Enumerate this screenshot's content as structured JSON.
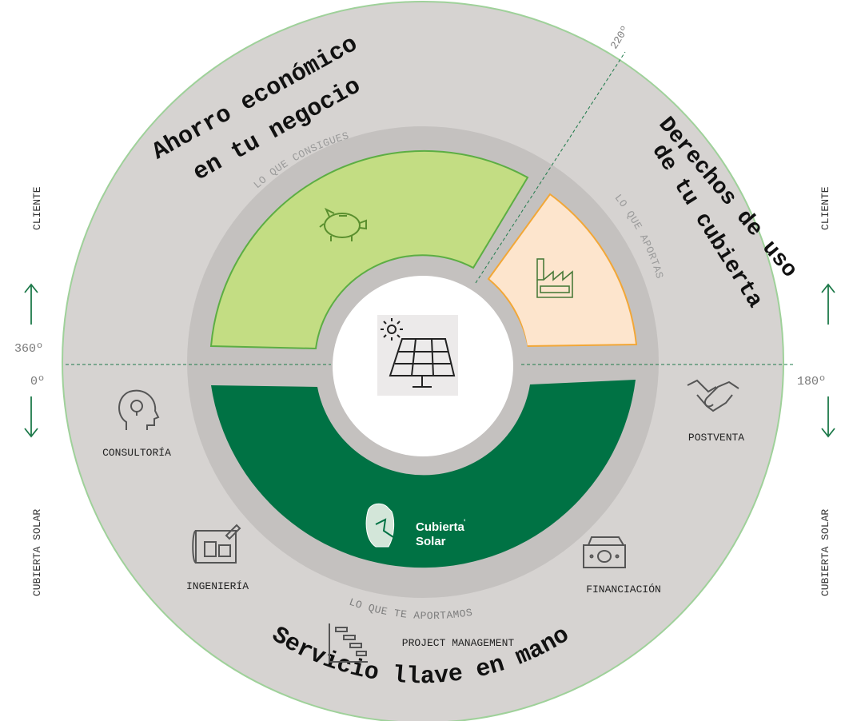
{
  "colors": {
    "outer_ring": "#d6d3d1",
    "outer_border": "#9fd19a",
    "middle_ring": "#c4c1bf",
    "light_green": "#c3dd83",
    "light_green_border": "#5cae43",
    "peach": "#fde5cd",
    "peach_border": "#f2a737",
    "dark_green": "#007244",
    "center": "#ffffff",
    "dashed_line": "#1e7a4a",
    "arrow": "#1e7a4a"
  },
  "headings": {
    "top_left": "Ahorro económico en tu negocio",
    "top_left_line1": "Ahorro económico",
    "top_left_line2": "en tu negocio",
    "top_right_line1": "Derechos de uso",
    "top_right_line2": "de tu cubierta",
    "bottom": "Servicio llave en mano"
  },
  "ring_labels": {
    "consigues": "LO QUE CONSIGUES",
    "aportas": "LO QUE APORTAS",
    "aportamos": "LO QUE TE APORTAMOS"
  },
  "services": {
    "consultoria": "CONSULTORÍA",
    "ingenieria": "INGENIERÍA",
    "project_management": "PROJECT MANAGEMENT",
    "financiacion": "FINANCIACIÓN",
    "postventa": "POSTVENTA"
  },
  "brand": {
    "line1": "Cubierta",
    "line2": "Solar",
    "mark": "'"
  },
  "sides": {
    "left_top": "CLIENTE",
    "left_bottom": "CUBIERTA SOLAR",
    "right_top": "CLIENTE",
    "right_bottom": "CUBIERTA SOLAR"
  },
  "degrees": {
    "d360": "360º",
    "d0": "0º",
    "d180": "180º",
    "d220": "220º"
  },
  "icons": {
    "center": "solar-panel-icon",
    "consigues": "piggy-bank-icon",
    "aportas": "factory-icon",
    "consultoria": "head-lightbulb-icon",
    "ingenieria": "blueprint-icon",
    "project_management": "gantt-chart-icon",
    "financiacion": "banknote-icon",
    "postventa": "handshake-icon"
  }
}
